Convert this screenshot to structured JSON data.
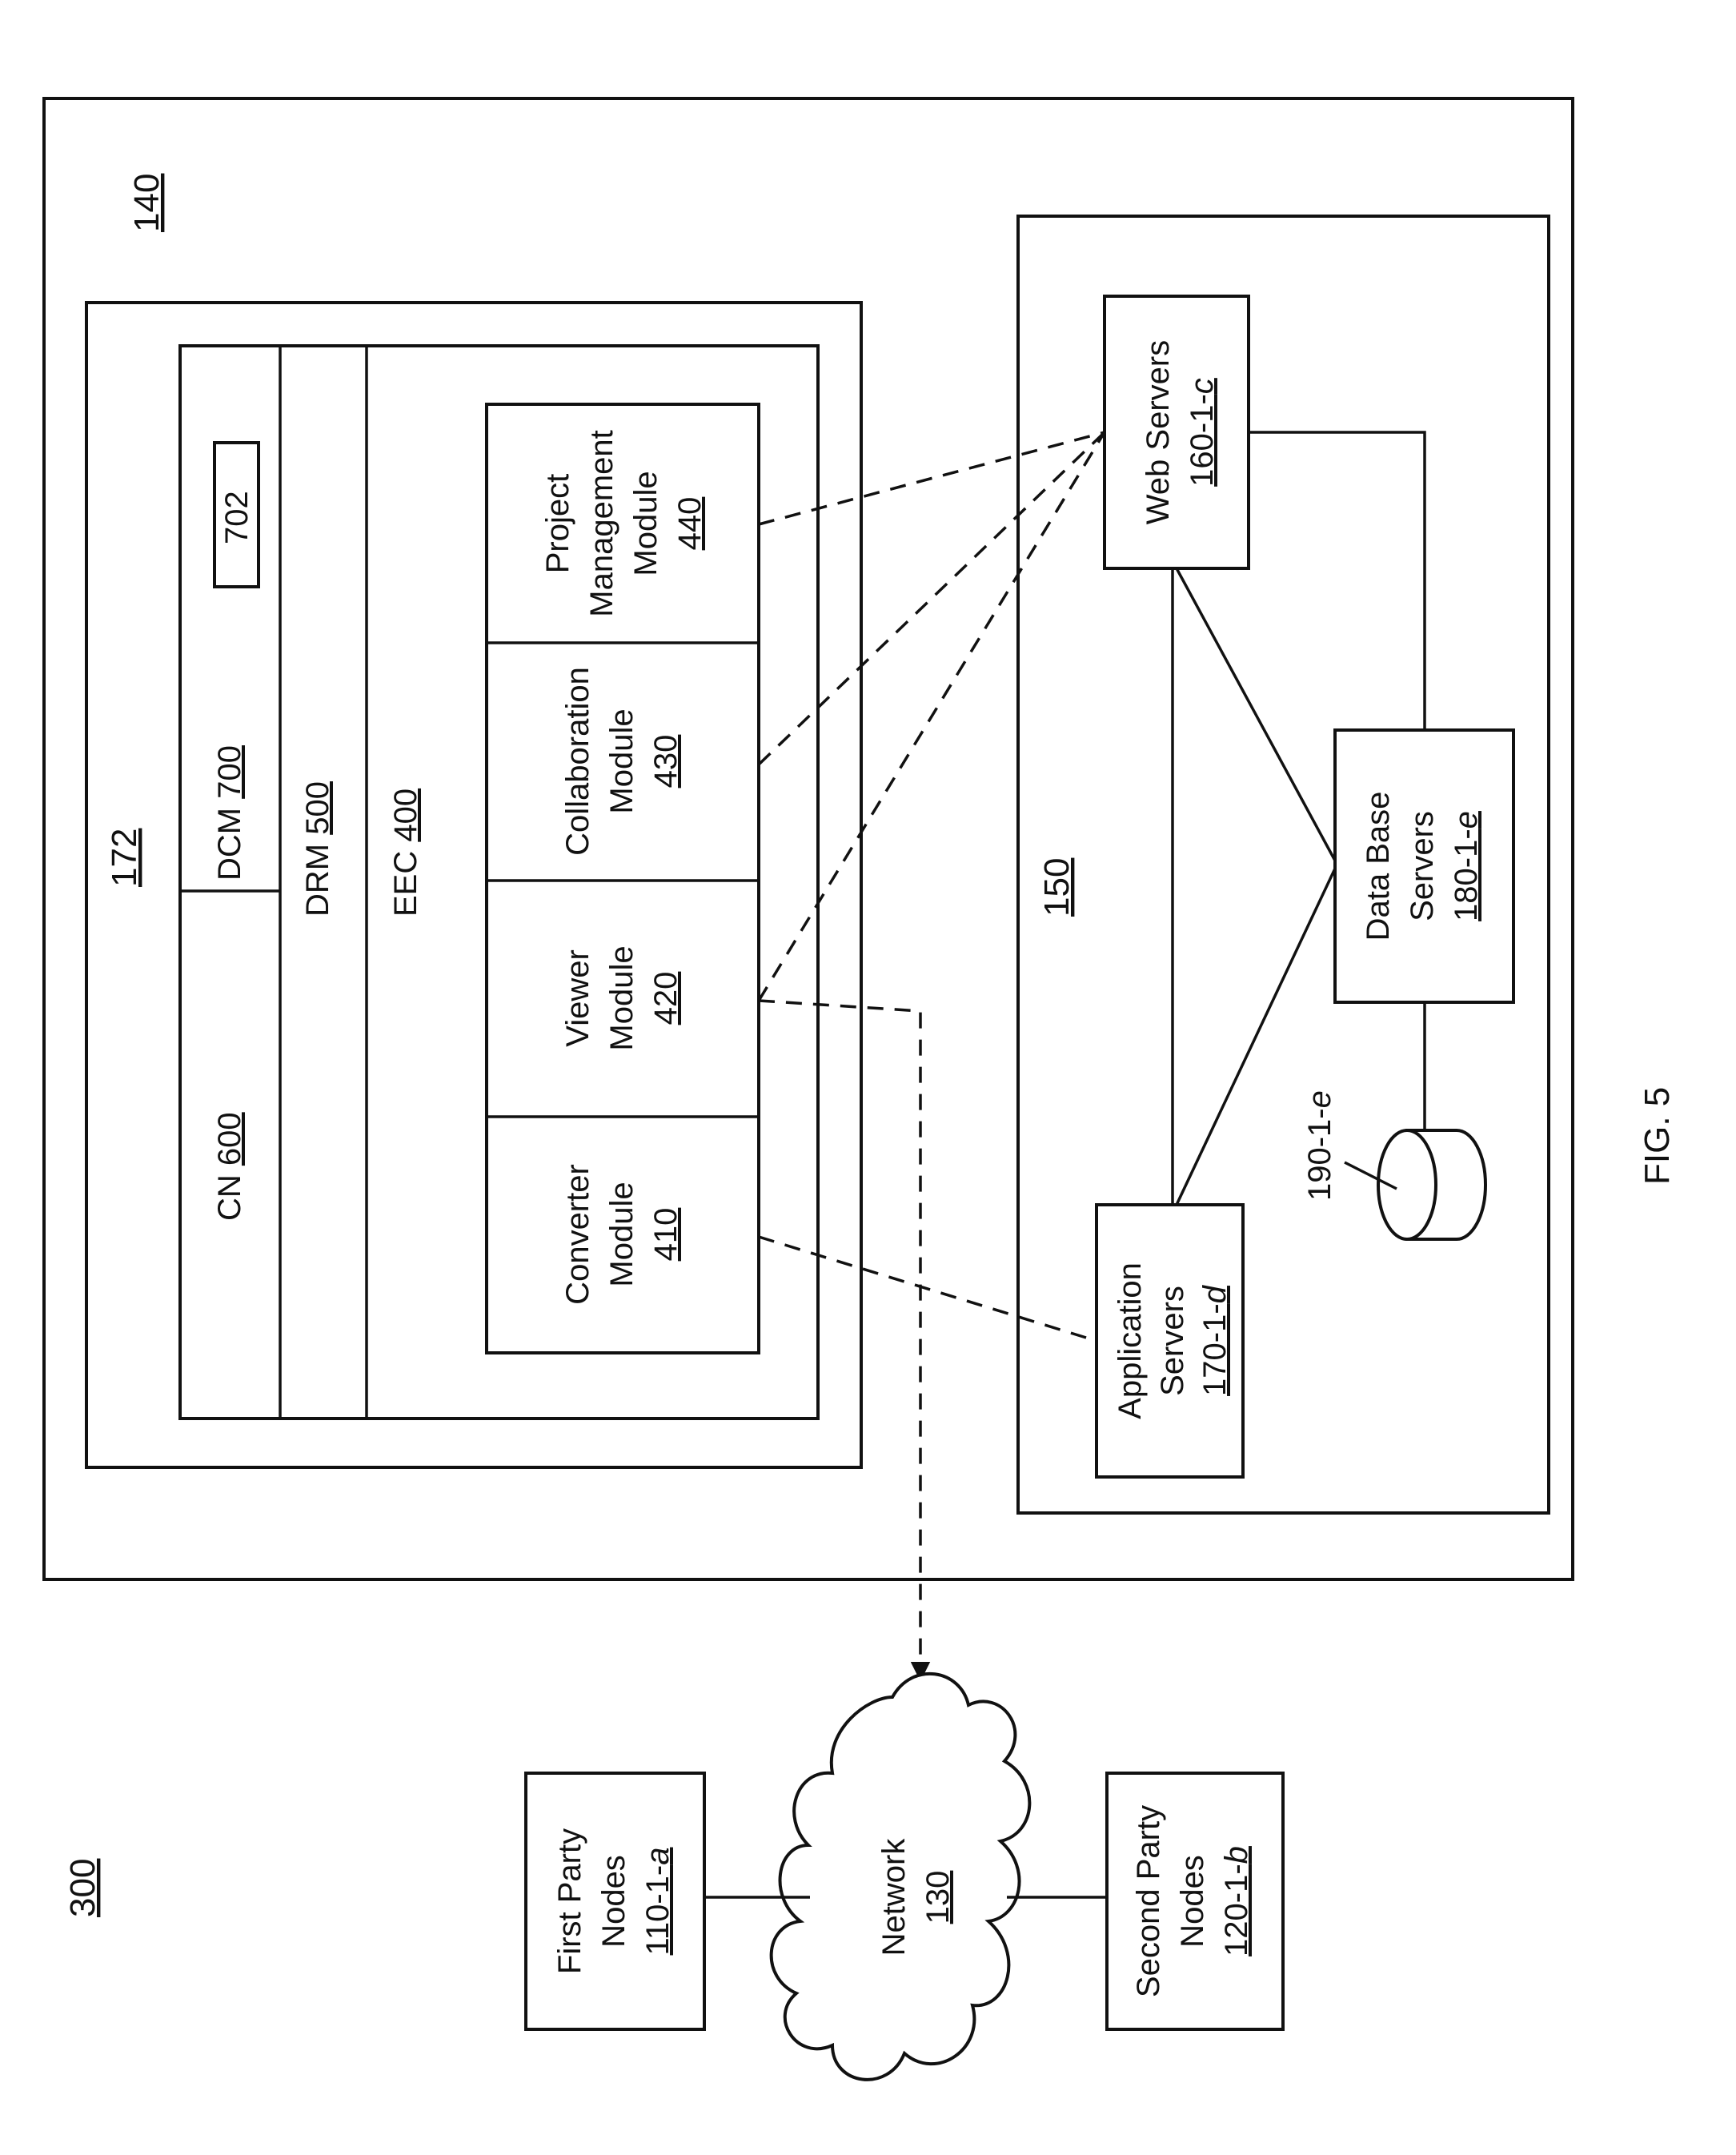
{
  "figure": {
    "ref_300": "300",
    "caption": "FIG. 5"
  },
  "system_140": {
    "ref": "140",
    "box_172": {
      "ref": "172",
      "cn": {
        "label": "CN ",
        "ref": "600"
      },
      "dcm": {
        "label": "DCM ",
        "ref": "700",
        "inner_ref": "702"
      },
      "drm": {
        "label": "DRM ",
        "ref": "500"
      },
      "eec": {
        "label": "EEC ",
        "ref": "400"
      },
      "modules": [
        {
          "lines": [
            "Converter",
            "Module"
          ],
          "ref": "410"
        },
        {
          "lines": [
            "Viewer",
            "Module"
          ],
          "ref": "420"
        },
        {
          "lines": [
            "Collaboration",
            "Module"
          ],
          "ref": "430"
        },
        {
          "lines": [
            "Project",
            "Management",
            "Module"
          ],
          "ref": "440"
        }
      ]
    },
    "server_group_150": {
      "ref": "150",
      "web_servers": {
        "line1": "Web Servers",
        "ref_prefix": "160-1-",
        "ref_suffix": "c"
      },
      "app_servers": {
        "line1": "Application",
        "line2": "Servers",
        "ref_prefix": "170-1-",
        "ref_suffix": "d"
      },
      "db_servers": {
        "line1": "Data Base",
        "line2": "Servers",
        "ref_prefix": "180-1-",
        "ref_suffix": "e"
      },
      "storage": {
        "ref_prefix": "190-1-",
        "ref_suffix": "e"
      }
    }
  },
  "network": {
    "label": "Network",
    "ref": "130"
  },
  "first_party": {
    "line1": "First Party",
    "line2": "Nodes",
    "ref_prefix": "110-1-",
    "ref_suffix": "a"
  },
  "second_party": {
    "line1": "Second Party",
    "line2": "Nodes",
    "ref_prefix": "120-1-",
    "ref_suffix": "b"
  }
}
